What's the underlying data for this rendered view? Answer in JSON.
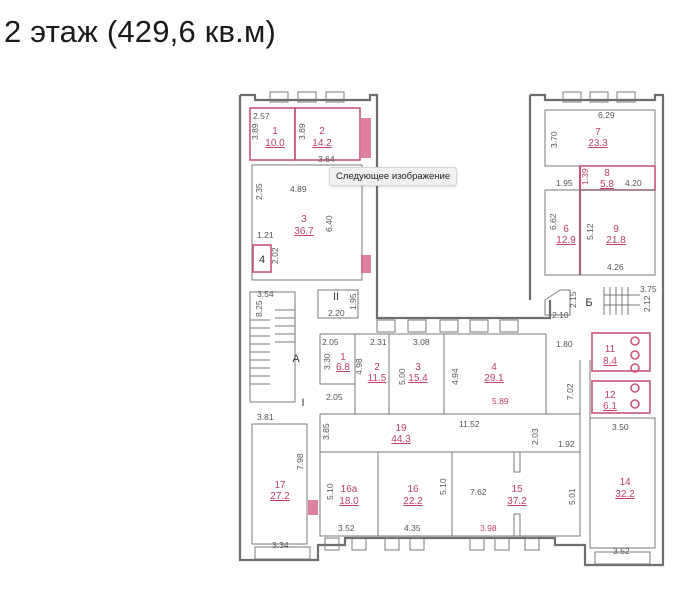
{
  "title": "2 этаж (429,6 кв.м)",
  "tooltip": "Следующее изображение",
  "colors": {
    "wall": "#6e6e6e",
    "accent_pink": "#c0406a",
    "tooltip_bg": "#f1f1f1"
  },
  "stairs": {
    "A": "А",
    "B": "Б",
    "I": "I",
    "II": "II"
  },
  "rooms": {
    "nw1": {
      "num": "1",
      "area": "10.0",
      "dim_w": "2.57",
      "dim_h": "3.89"
    },
    "nw2": {
      "num": "2",
      "area": "14.2",
      "dim_h": "3.89",
      "dim_w": "3.64"
    },
    "nw3": {
      "num": "3",
      "area": "36.7",
      "dim_h": "6.40",
      "dim_l": "2.35",
      "dim_diag": "4.89"
    },
    "nw4": {
      "num": "4",
      "dim_w": "1.21",
      "dim_h": "2.02"
    },
    "ne7": {
      "num": "7",
      "area": "23.3",
      "dim_w": "6.29",
      "dim_h": "3.70"
    },
    "ne8": {
      "num": "8",
      "area": "5.8",
      "dim_h": "1.39",
      "dim_l": "1.95",
      "dim_r": "4.20"
    },
    "ne6": {
      "num": "6",
      "area": "12.9",
      "dim_h": "6.62"
    },
    "ne9": {
      "num": "9",
      "area": "21.8",
      "dim_h": "5.12",
      "dim_w": "4.26"
    },
    "c1": {
      "num": "1",
      "area": "6.8",
      "dim_w": "2.05",
      "dim_h": "3.30",
      "dim_b": "2.05"
    },
    "c2": {
      "num": "2",
      "area": "11.5",
      "dim_w": "2.31",
      "dim_h": "4.98"
    },
    "c3": {
      "num": "3",
      "area": "15.4",
      "dim_w": "3.08",
      "dim_h": "5.00"
    },
    "c4": {
      "num": "4",
      "area": "29.1",
      "dim_h": "4.94",
      "dim_w": "5.89"
    },
    "r11": {
      "num": "11",
      "area": "8.4"
    },
    "r12": {
      "num": "12",
      "area": "6.1"
    },
    "r19": {
      "num": "19",
      "area": "44.3",
      "dim_w": "11.52",
      "dim_h": "3.85",
      "dim_r": "2.03"
    },
    "r17": {
      "num": "17",
      "area": "27.2",
      "dim_top": "3.81",
      "dim_h": "7.98",
      "dim_w": "3.34"
    },
    "r16a": {
      "num": "16а",
      "area": "18.0",
      "dim_h": "5.10",
      "dim_w": "3.52"
    },
    "r16": {
      "num": "16",
      "area": "22.2",
      "dim_w": "4.35",
      "dim_h": "5.10"
    },
    "r15": {
      "num": "15",
      "area": "37.2",
      "dim_l": "7.62",
      "dim_w": "3.98",
      "dim_h": "5.01",
      "dim_top": "1.92"
    },
    "r14": {
      "num": "14",
      "area": "32.2",
      "dim_top": "3.50",
      "dim_w": "3.52"
    }
  },
  "dims": {
    "stairA_w": "3.54",
    "stairA_h": "8.25",
    "stairII_w": "2.20",
    "stairII_h": "1.95",
    "corr_top": "1.80",
    "corr_h": "7.02",
    "stairB_h": "2.15",
    "stairB_w": "2.10",
    "stairB_r1": "3.75",
    "stairB_r2": "2.12"
  }
}
